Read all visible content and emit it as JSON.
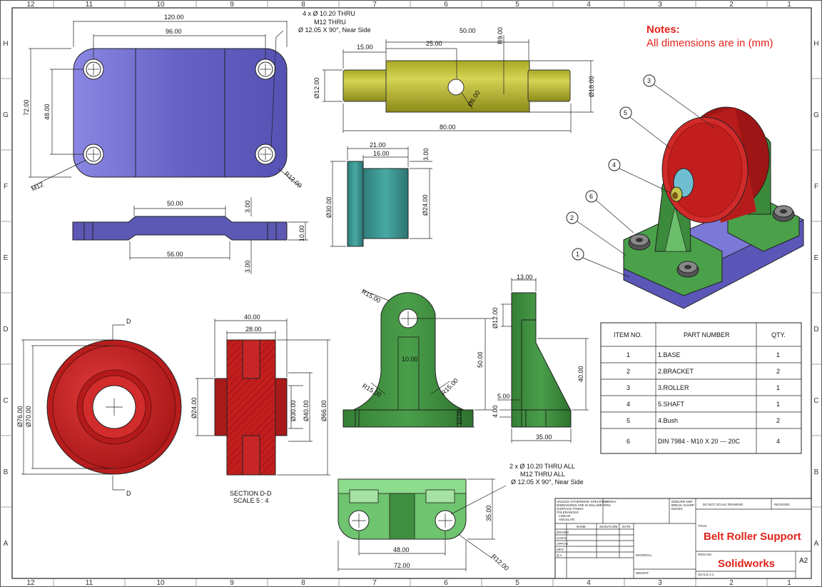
{
  "notes": {
    "title": "Notes:",
    "text": "All dimensions are in (mm)"
  },
  "zones": {
    "top_numbers": [
      "12",
      "11",
      "10",
      "9",
      "8",
      "7",
      "6",
      "5",
      "4",
      "3",
      "2",
      "1"
    ],
    "bottom_numbers": [
      "12",
      "11",
      "10",
      "9",
      "8",
      "7",
      "6",
      "5",
      "4",
      "3",
      "2",
      "1"
    ],
    "side_letters": [
      "H",
      "G",
      "F",
      "E",
      "D",
      "C",
      "B",
      "A"
    ]
  },
  "base_top": {
    "dims": [
      "120.00",
      "96.00",
      "72.00",
      "48.00",
      "M12",
      "R12.00"
    ],
    "hole_callout": [
      "4 x Ø 10.20 THRU",
      "M12  THRU",
      "Ø 12.05 X 90°, Near Side"
    ]
  },
  "base_side": {
    "dims": [
      "50.00",
      "56.00",
      "3.00",
      "3.00",
      "10.00"
    ]
  },
  "shaft": {
    "dims": [
      "50.00",
      "25.00",
      "15.00",
      "R9.00",
      "Ø12.00",
      "Ø18.00",
      "Ø6.00",
      "80.00"
    ]
  },
  "bush": {
    "dims": [
      "21.00",
      "16.00",
      "3.00",
      "Ø30.00",
      "Ø24.00"
    ]
  },
  "roller_front": {
    "dims": [
      "Ø76.00",
      "Ø70.00"
    ],
    "cut_label": "D"
  },
  "roller_section": {
    "dims": [
      "40.00",
      "28.00",
      "Ø24.00",
      "Ø30.00",
      "Ø40.00",
      "Ø66.00"
    ],
    "caption": [
      "SECTION D-D",
      "SCALE 5 : 4"
    ]
  },
  "bracket_front": {
    "dims": [
      "R15.00",
      "Ø12.00",
      "50.00",
      "10.00",
      "R15.00",
      "R15.00",
      "10.00"
    ]
  },
  "bracket_side": {
    "dims": [
      "13.00",
      "40.00",
      "5.00",
      "4.00",
      "35.00"
    ]
  },
  "bracket_top": {
    "dims": [
      "35.00",
      "48.00",
      "72.00",
      "R12.00"
    ],
    "hole_callout": [
      "2 x Ø 10.20 THRU ALL",
      "M12  THRU ALL",
      "Ø 12.05 X 90°, Near Side"
    ]
  },
  "balloons": [
    "3",
    "5",
    "4",
    "6",
    "2",
    "1"
  ],
  "bom": {
    "headers": [
      "ITEM NO.",
      "PART NUMBER",
      "QTY."
    ],
    "rows": [
      {
        "item": "1",
        "part": "1.BASE",
        "qty": "1"
      },
      {
        "item": "2",
        "part": "2.BRACKET",
        "qty": "2"
      },
      {
        "item": "3",
        "part": "3.ROLLER",
        "qty": "1"
      },
      {
        "item": "4",
        "part": "5.SHAFT",
        "qty": "1"
      },
      {
        "item": "5",
        "part": "4.Bush",
        "qty": "2"
      },
      {
        "item": "6",
        "part": "DIN 7984 - M10 X 20 --- 20C",
        "qty": "4"
      }
    ]
  },
  "title_block": {
    "drawing_title": "Belt Roller Support",
    "software": "Solidworks",
    "size": "A2",
    "tolerance_note": [
      "UNLESS OTHERWISE SPECIFIED:",
      "DIMENSIONS ARE IN MILLIMETERS",
      "SURFACE FINISH:",
      "TOLERANCES:",
      "LINEAR:",
      "ANGULAR:"
    ],
    "finish": "FINISH:",
    "deburr": [
      "DEBURR AND",
      "BREAK SHARP",
      "EDGES"
    ],
    "dont_scale": "DO NOT SCALE DRAWING",
    "revision": "REVISION",
    "title_label": "TITLE:",
    "col_headers": [
      "NAME",
      "SIGNATURE",
      "DATE"
    ],
    "roles": [
      "DRAWN",
      "CHK'D",
      "APPV'D",
      "MFG",
      "Q.A"
    ],
    "material": "MATERIAL:",
    "weight": "WEIGHT:",
    "dwg_no": "DWG NO.",
    "scale": "SCALE:1:1"
  },
  "colors": {
    "base": "#6b68c9",
    "shaft": "#c3c13a",
    "bush": "#3f9a96",
    "roller": "#cc2424",
    "bracket": "#3f8f3f",
    "bracket_light": "#7fd07f",
    "note_red": "#e2231a"
  }
}
